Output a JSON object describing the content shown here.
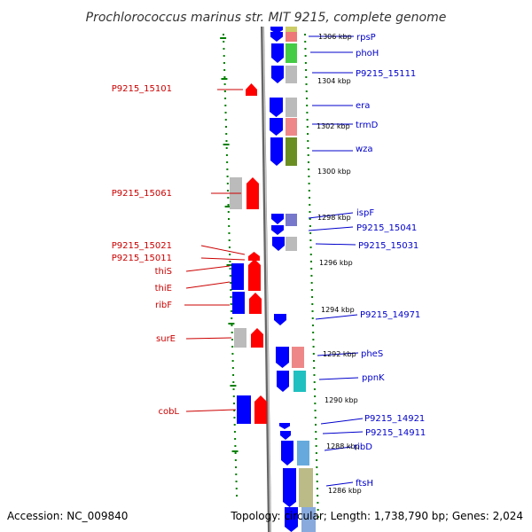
{
  "title": "Prochlorococcus marinus str. MIT 9215, complete genome",
  "footer": {
    "accession": "Accession: NC_009840",
    "summary": "Topology: circular; Length: 1,738,790 bp; Genes: 2,024"
  },
  "colors": {
    "backbone": "#888888",
    "forward_gene": "#ff0000",
    "reverse_gene": "#0000ff",
    "tick": "#008000",
    "label_left": "#cc0000",
    "label_right": "#0000cc"
  },
  "kbp_labels": [
    "1306 kbp",
    "1304 kbp",
    "1302 kbp",
    "1300 kbp",
    "1298 kbp",
    "1296 kbp",
    "1294 kbp",
    "1292 kbp",
    "1290 kbp",
    "1288 kbp",
    "1286 kbp"
  ],
  "left_labels": [
    "P9215_15101",
    "P9215_15061",
    "P9215_15021",
    "P9215_15011",
    "thiS",
    "thiE",
    "ribF",
    "surE",
    "cobL"
  ],
  "right_labels": [
    "rpsP",
    "phoH",
    "P9215_15111",
    "era",
    "trmD",
    "wza",
    "ispF",
    "P9215_15041",
    "P9215_15031",
    "P9215_14971",
    "pheS",
    "ppnK",
    "P9215_14921",
    "P9215_14911",
    "ribD",
    "ftsH"
  ]
}
